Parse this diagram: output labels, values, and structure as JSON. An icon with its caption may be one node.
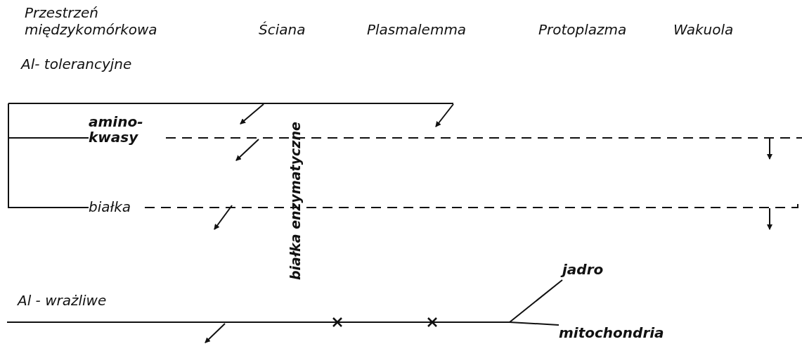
{
  "diagram": {
    "nodes": [
      {
        "text": [
          "Al- tolerancyjne"
        ]
      },
      {
        "text": [
          "amino- kwasy"
        ]
      },
      {
        "text": [
          "białka"
        ]
      },
      {
        "text": [
          "Al - wrażliwe"
        ]
      },
      {
        "text": [
          "jadro"
        ]
      },
      {
        "text": [
          "mitochondria"
        ]
      }
    ],
    "edges": [
      {
        "from": 0,
        "to": null,
        "arrow": "none"
      },
      {
        "from": 0,
        "to": 1,
        "arrow": "none"
      },
      {
        "from": 0,
        "to": 2,
        "arrow": "none"
      },
      {
        "from": 1,
        "to": null,
        "arrow": "none",
        "style": "dashed"
      },
      {
        "from": 2,
        "to": null,
        "arrow": "none",
        "style": "dashed"
      },
      {
        "from": 3,
        "to": 4,
        "arrow": "none"
      },
      {
        "from": 3,
        "to": 5,
        "arrow": "none"
      }
    ],
    "labels": [
      "Przestrzeń międzykomórkowa",
      "Ściana",
      "Plasmalemma",
      "Protoplazma",
      "Wakuola",
      "białka enzymatyczne"
    ]
  }
}
